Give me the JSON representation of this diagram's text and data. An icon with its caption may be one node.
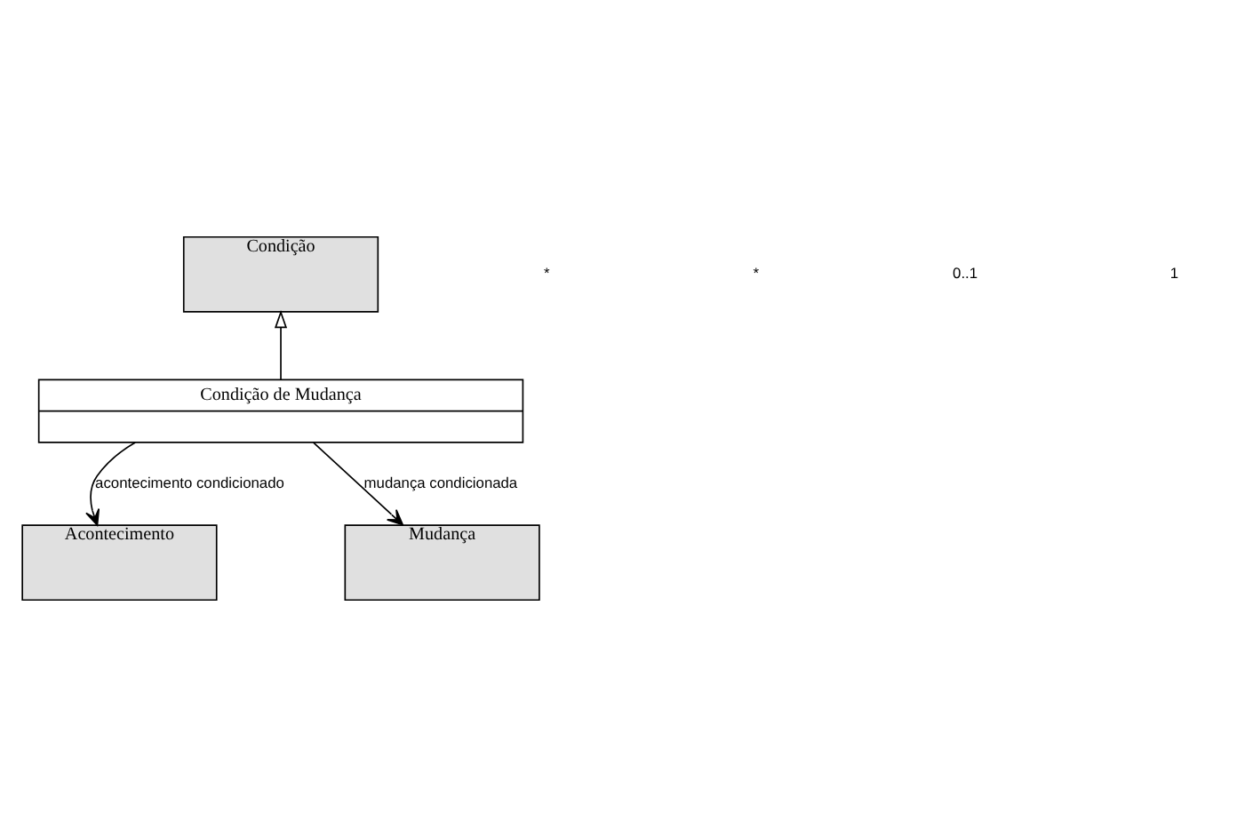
{
  "diagram": {
    "nodes": [
      {
        "text": [
          "Condição"
        ]
      },
      {
        "text": [
          "Condição de Mudança"
        ]
      },
      {
        "text": [
          "Acontecimento"
        ]
      },
      {
        "text": [
          "Mudança"
        ]
      }
    ],
    "edges": [
      {
        "from": 1,
        "to": 0,
        "arrow": "to"
      },
      {
        "from": 1,
        "to": 2,
        "arrow": "to",
        "label": "acontecimento condicionado"
      },
      {
        "from": 1,
        "to": 3,
        "arrow": "to",
        "label": "mudança condicionada"
      }
    ],
    "labels": [
      "*",
      "*",
      "0..1",
      "1"
    ]
  }
}
